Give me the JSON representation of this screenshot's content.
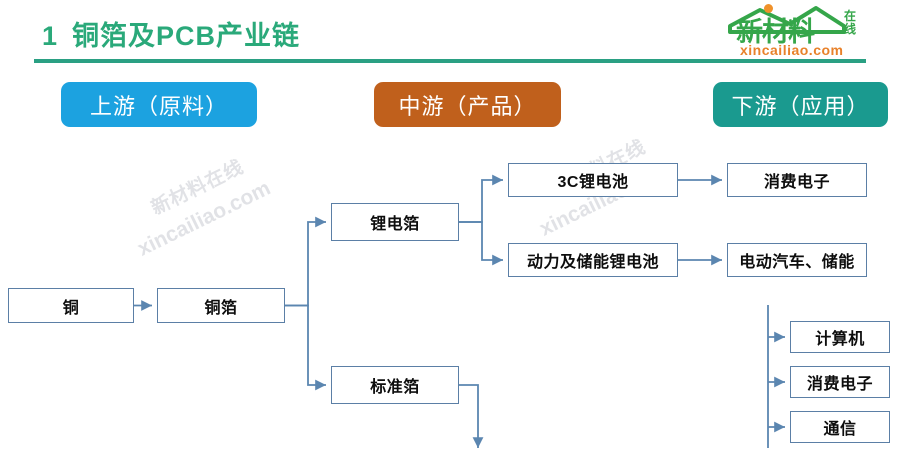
{
  "header": {
    "index": "1",
    "title": "铜箔及PCB产业链",
    "title_color": "#2AA97A",
    "divider_color": "#2AA083"
  },
  "logo": {
    "brand_cn": "新材料",
    "brand_suffix": "在线",
    "domain": "xincailiao.com",
    "brand_color": "#35A64A",
    "domain_color": "#E8812A"
  },
  "stages": [
    {
      "name": "upstream",
      "label": "上游（原料）",
      "color": "#1CA2E0"
    },
    {
      "name": "midstream",
      "label": "中游（产品）",
      "color": "#C0601C"
    },
    {
      "name": "downstream",
      "label": "下游（应用）",
      "color": "#1A9A8F"
    }
  ],
  "watermarks": {
    "cn": "新材料在线",
    "en": "xincailiao.com"
  },
  "flow": {
    "connector_color": "#5B86B0",
    "node_border_color": "#5B7FA6",
    "nodes": [
      {
        "id": "copper",
        "label": "铜",
        "stage": "upstream"
      },
      {
        "id": "copper_foil",
        "label": "铜箔",
        "stage": "upstream"
      },
      {
        "id": "li_foil",
        "label": "锂电箔",
        "stage": "midstream"
      },
      {
        "id": "std_foil",
        "label": "标准箔",
        "stage": "midstream"
      },
      {
        "id": "battery_3c",
        "label": "3C锂电池",
        "stage": "midstream"
      },
      {
        "id": "battery_power",
        "label": "动力及储能锂电池",
        "stage": "midstream"
      },
      {
        "id": "consumer_1",
        "label": "消费电子",
        "stage": "downstream"
      },
      {
        "id": "ev_storage",
        "label": "电动汽车、储能",
        "stage": "downstream"
      },
      {
        "id": "computer",
        "label": "计算机",
        "stage": "downstream"
      },
      {
        "id": "consumer_2",
        "label": "消费电子",
        "stage": "downstream"
      },
      {
        "id": "comm",
        "label": "通信",
        "stage": "downstream"
      }
    ],
    "edges": [
      {
        "from": "copper",
        "to": "copper_foil"
      },
      {
        "from": "copper_foil",
        "to": "li_foil"
      },
      {
        "from": "copper_foil",
        "to": "std_foil"
      },
      {
        "from": "li_foil",
        "to": "battery_3c"
      },
      {
        "from": "li_foil",
        "to": "battery_power"
      },
      {
        "from": "battery_3c",
        "to": "consumer_1"
      },
      {
        "from": "battery_power",
        "to": "ev_storage"
      },
      {
        "from": "std_foil",
        "to": "computer"
      },
      {
        "from": "std_foil",
        "to": "consumer_2"
      },
      {
        "from": "std_foil",
        "to": "comm"
      }
    ]
  }
}
